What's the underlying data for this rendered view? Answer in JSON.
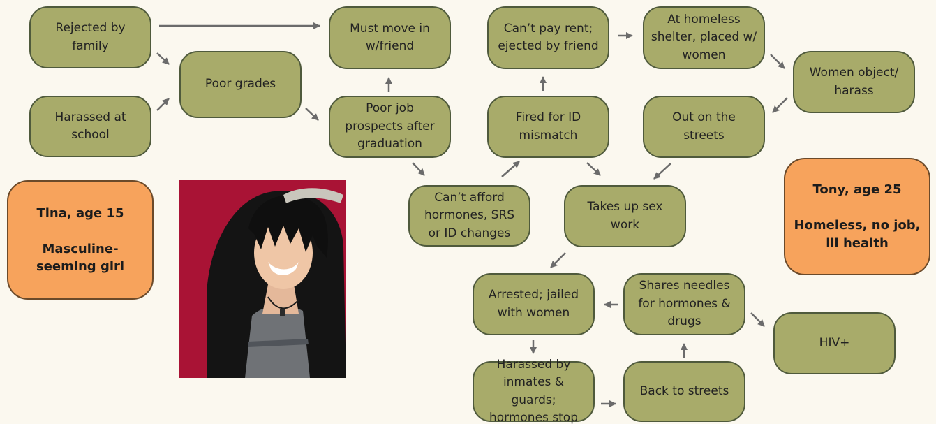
{
  "nodes": {
    "rejected": "Rejected by\nfamily",
    "harassed_school": "Harassed at\nschool",
    "poor_grades": "Poor grades",
    "must_move": "Must move in\nw/friend",
    "poor_job": "Poor job\nprospects after\ngraduation",
    "cant_afford": "Can’t afford\nhormones, SRS\nor ID changes",
    "fired": "Fired for ID\nmismatch",
    "cant_pay": "Can’t pay rent;\nejected by friend",
    "shelter": "At homeless\nshelter, placed w/\nwomen",
    "women_object": "Women object/\nharass",
    "out_streets": "Out on the\nstreets",
    "sex_work": "Takes up sex\nwork",
    "arrested": "Arrested; jailed\nwith women",
    "shares": "Shares needles\nfor hormones &\ndrugs",
    "hiv": "HIV+",
    "harassed_inmates": "Harassed by\ninmates & guards;\nhormones stop",
    "back_streets": "Back to streets"
  },
  "profiles": {
    "tina": {
      "name": "Tina, age 15",
      "desc": "Masculine-\nseeming girl"
    },
    "tony": {
      "name": "Tony, age 25",
      "desc": "Homeless, no job,\nill health"
    }
  },
  "colors": {
    "node_fill": "#a8ab6a",
    "node_border": "#4f5a3c",
    "profile_fill": "#f7a35c",
    "arrow": "#6b6b6b",
    "background": "#fbf8ef"
  }
}
